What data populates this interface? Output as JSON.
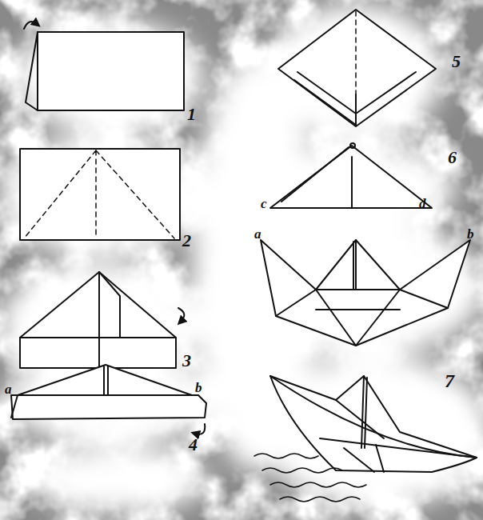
{
  "diagram": {
    "labels": [
      "1",
      "2",
      "3",
      "a",
      "4",
      "b",
      "5",
      "6",
      "c",
      "d",
      "a",
      "b",
      "7"
    ]
  }
}
